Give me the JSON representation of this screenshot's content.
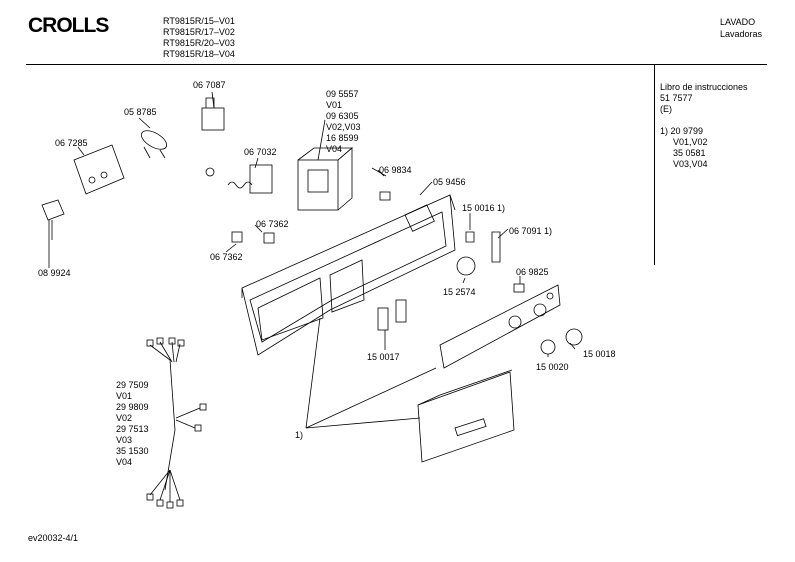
{
  "header": {
    "brand": "CROLLS",
    "models": [
      "RT9815R/15–V01",
      "RT9815R/17–V02",
      "RT9815R/20–V03",
      "RT9815R/18–V04"
    ],
    "title": "LAVADO",
    "subtitle": "Lavadoras"
  },
  "side": {
    "doc_title": "Libro de instrucciones",
    "doc_number": "51 7577",
    "doc_lang": "(E)",
    "note_ref": "1) 20 9799",
    "note_l1": "V01,V02",
    "note_l2": "35 0581",
    "note_l3": "V03,V04"
  },
  "labels": {
    "p067087": "06 7087",
    "p058785": "05 8785",
    "p067285": "06 7285",
    "p089924": "08 9924",
    "p067032": "06 7032",
    "p095557": "09 5557",
    "v01a": "V01",
    "p096305": "09 6305",
    "v0203": "V02,V03",
    "p168599": "16 8599",
    "v04a": "V04",
    "p069834": "06 9834",
    "p059456": "05 9456",
    "p067362a": "06 7362",
    "p067362b": "06 7362",
    "p150016": "15 0016 1)",
    "p067091": "06 7091 1)",
    "p069825": "06 9825",
    "p152574": "15 2574",
    "p150017": "15 0017",
    "p150018": "15 0018",
    "p150020": "15 0020",
    "note1": "1)",
    "p297509": "29 7509",
    "v01b": "V01",
    "p299809": "29 9809",
    "v02b": "V02",
    "p297513": "29 7513",
    "v03b": "V03",
    "p351530": "35 1530",
    "v04b": "V04"
  },
  "footer": {
    "code": "ev20032-4/1"
  }
}
